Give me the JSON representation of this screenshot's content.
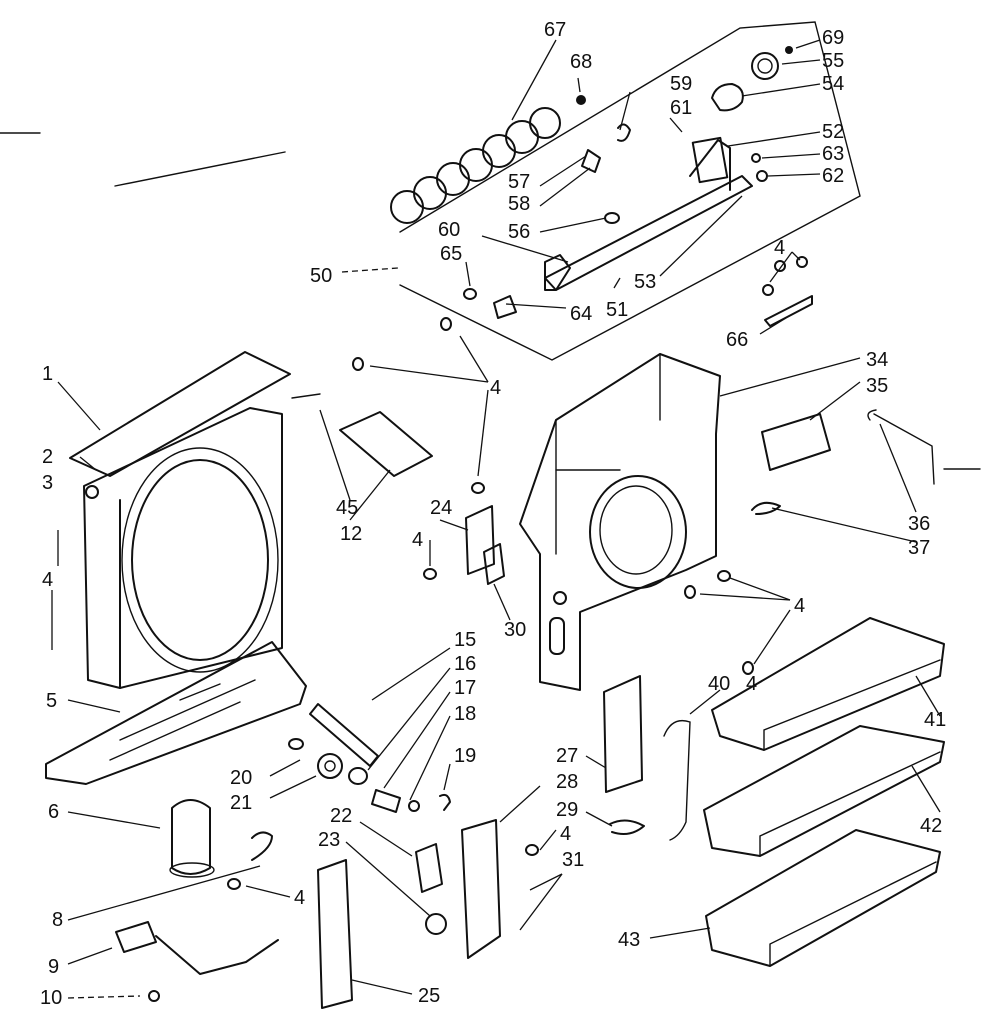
{
  "labels": {
    "l1": "1",
    "l2": "2",
    "l3": "3",
    "l4a": "4",
    "l5": "5",
    "l6": "6",
    "l8": "8",
    "l9": "9",
    "l10": "10",
    "l4b": "4",
    "l45": "45",
    "l12": "12",
    "l4c": "4",
    "l24": "24",
    "l4d": "4",
    "l30": "30",
    "l15": "15",
    "l16": "16",
    "l17": "17",
    "l18": "18",
    "l19": "19",
    "l20": "20",
    "l21": "21",
    "l22": "22",
    "l23": "23",
    "l25": "25",
    "l27": "27",
    "l28": "28",
    "l29": "29",
    "l4e": "4",
    "l31": "31",
    "l34": "34",
    "l35": "35",
    "l36": "36",
    "l37": "37",
    "l4f": "4",
    "l40": "40",
    "l4g": "4",
    "l41": "41",
    "l42": "42",
    "l43": "43",
    "l50": "50",
    "l51": "51",
    "l53": "53",
    "l60": "60",
    "l65": "65",
    "l64": "64",
    "l56": "56",
    "l57": "57",
    "l58": "58",
    "l59": "59",
    "l61": "61",
    "l67": "67",
    "l68": "68",
    "l69": "69",
    "l55": "55",
    "l54": "54",
    "l52": "52",
    "l63": "63",
    "l62": "62",
    "l4h": "4",
    "l66": "66"
  }
}
